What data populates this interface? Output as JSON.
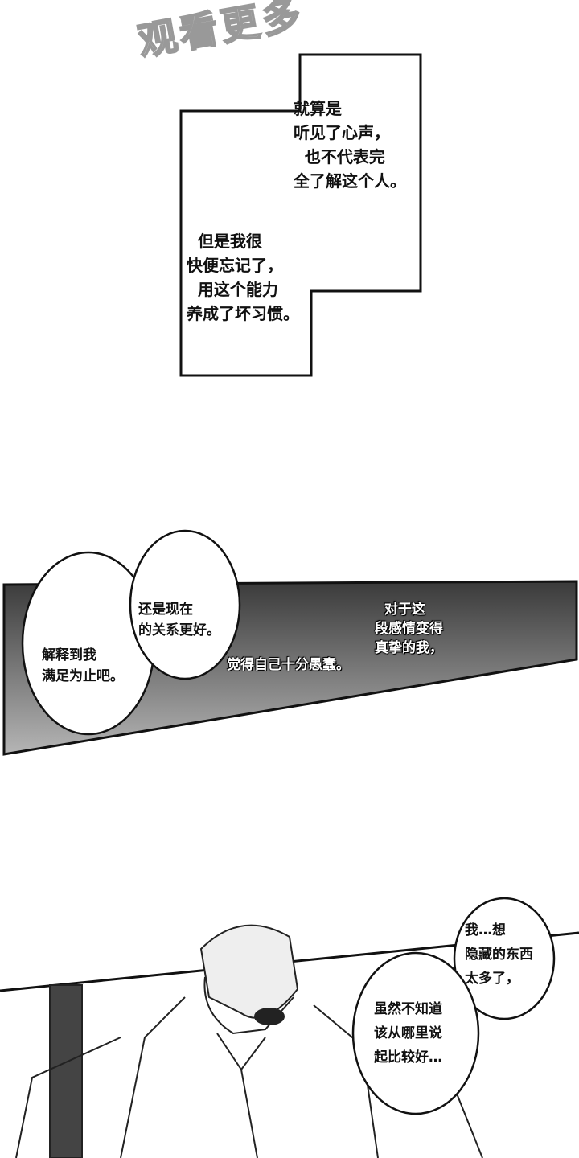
{
  "watermark": "观看更多",
  "caption_box": {
    "upper": "就算是\n听见了心声，\n  也不代表完\n全了解这个人。",
    "lower": "  但是我很\n快便忘记了，\n  用这个能力\n养成了坏习惯。"
  },
  "dark_panel": {
    "bubble_top": "还是现在\n的关系更好。",
    "bubble_left": "解释到我\n满足为止吧。",
    "narration_right": "  对于这\n段感情变得\n真挚的我，",
    "narration_center": "觉得自己十分愚蠢。"
  },
  "bottom_panel": {
    "bubble_top": "我…想\n隐藏的东西\n太多了，",
    "bubble_bottom": "虽然不知道\n该从哪里说\n起比较好…"
  }
}
